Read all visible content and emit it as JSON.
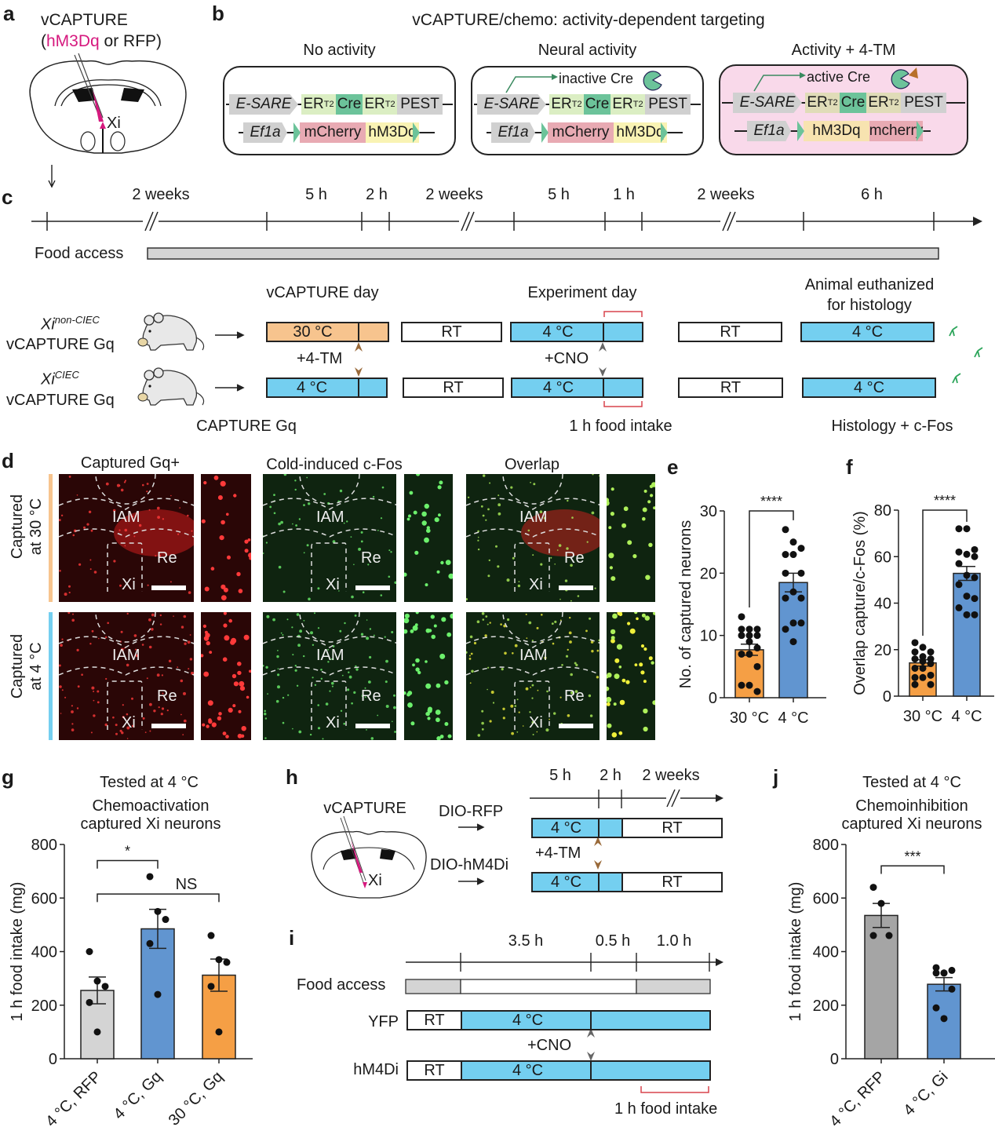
{
  "panel_labels": {
    "a": "a",
    "b": "b",
    "c": "c",
    "d": "d",
    "e": "e",
    "f": "f",
    "g": "g",
    "h": "h",
    "i": "i",
    "j": "j"
  },
  "panel_a": {
    "title": "vCAPTURE",
    "subtitle_open": "(",
    "subtitle_magenta": "hM3Dq",
    "subtitle_rest": " or RFP)",
    "region": "Xi",
    "magenta": "#d6197e"
  },
  "panel_b": {
    "title": "vCAPTURE/chemo: activity-dependent targeting",
    "boxes": [
      {
        "heading": "No activity",
        "annotation": "",
        "promoter1": "E-SARE",
        "er1": "ER",
        "sup1": "T2",
        "cre": "Cre",
        "er2": "ER",
        "sup2": "T2",
        "pest": "PEST",
        "promoter2": "Ef1a",
        "gene1": "mCherry",
        "gene2": "hM3Dq"
      },
      {
        "heading": "Neural activity",
        "annotation": "inactive Cre",
        "promoter1": "E-SARE",
        "er1": "ER",
        "sup1": "T2",
        "cre": "Cre",
        "er2": "ER",
        "sup2": "T2",
        "pest": "PEST",
        "promoter2": "Ef1a",
        "gene1": "mCherry",
        "gene2": "hM3Dq"
      },
      {
        "heading": "Activity + 4-TM",
        "annotation": "active Cre",
        "promoter1": "E-SARE",
        "er1": "ER",
        "sup1": "T2",
        "cre": "Cre",
        "er2": "ER",
        "sup2": "T2",
        "pest": "PEST",
        "promoter2": "Ef1a",
        "gene1": "hM3Dq",
        "gene2": "mcherry"
      }
    ],
    "colors": {
      "grey": "#d0d0d0",
      "er": "#dbeec3",
      "cre": "#6cc39a",
      "mcherry": "#e8aab3",
      "hm3dq": "#f9f3b4",
      "pink_bg": "#f9d9ea",
      "green": "#5dbb8a"
    }
  },
  "panel_c": {
    "timeline_labels": [
      "2 weeks",
      "5 h",
      "2 h",
      "2 weeks",
      "5 h",
      "1 h",
      "2 weeks",
      "6 h"
    ],
    "food_access": "Food access",
    "phase_titles": {
      "vcapture_day": "vCAPTURE day",
      "experiment_day": "Experiment day",
      "euthanized": "Animal euthanized\nfor histology"
    },
    "groups": [
      {
        "name_italic": "Xi",
        "name_sup": "non-CIEC",
        "name_line2": "vCAPTURE Gq",
        "boxes": [
          "30 °C",
          "RT",
          "4 °C",
          "RT",
          "4 °C"
        ]
      },
      {
        "name_italic": "Xi",
        "name_sup": "CIEC",
        "name_line2": "vCAPTURE Gq",
        "boxes": [
          "4 °C",
          "RT",
          "4 °C",
          "RT",
          "4 °C"
        ]
      }
    ],
    "drug1": "+4-TM",
    "drug2": "+CNO",
    "bottom_labels": [
      "CAPTURE Gq",
      "1 h food intake",
      "Histology + c-Fos"
    ]
  },
  "panel_d": {
    "column_titles": [
      "Captured Gq+",
      "Cold-induced c-Fos",
      "Overlap"
    ],
    "row_labels": [
      [
        "Captured",
        "at 30 °C"
      ],
      [
        "Captured",
        "at 4 °C"
      ]
    ],
    "regions": [
      "IAM",
      "Re",
      "Xi"
    ]
  },
  "chart_data": [
    {
      "id": "e",
      "type": "bar",
      "categories": [
        "30 °C",
        "4 °C"
      ],
      "values": [
        7.7,
        18.5
      ],
      "sem": [
        0.9,
        1.5
      ],
      "points": [
        [
          13,
          11,
          11,
          11,
          10,
          10,
          10,
          9,
          8,
          7,
          7,
          5,
          2,
          2,
          1
        ],
        [
          27,
          25,
          24,
          23,
          23,
          20,
          20,
          17,
          16,
          16,
          12,
          12,
          11,
          9
        ]
      ],
      "colors": [
        "#f59f45",
        "#6195d0"
      ],
      "ylabel": "No. of captured neurons",
      "ylim": [
        0,
        30
      ],
      "yticks": [
        0,
        10,
        20,
        30
      ],
      "significance": [
        {
          "pair": [
            0,
            1
          ],
          "label": "****"
        }
      ]
    },
    {
      "id": "f",
      "type": "bar",
      "categories": [
        "30 °C",
        "4 °C"
      ],
      "values": [
        14.3,
        52.8
      ],
      "sem": [
        1.4,
        3.0
      ],
      "points": [
        [
          23,
          21,
          19,
          19,
          17,
          16,
          16,
          15,
          14,
          12,
          12,
          9,
          8,
          8,
          5,
          5
        ],
        [
          72,
          72,
          63,
          62,
          61,
          60,
          57,
          52,
          51,
          48,
          43,
          42,
          38,
          35,
          35
        ]
      ],
      "colors": [
        "#f59f45",
        "#6195d0"
      ],
      "ylabel": "Overlap capture/c-Fos (%)",
      "ylim": [
        0,
        80
      ],
      "yticks": [
        0,
        20,
        40,
        60,
        80
      ],
      "significance": [
        {
          "pair": [
            0,
            1
          ],
          "label": "****"
        }
      ]
    },
    {
      "id": "g",
      "type": "bar",
      "title": "Tested at 4 °C",
      "subtitle": "Chemoactivation\ncaptured Xi neurons",
      "categories": [
        "4 °C, RFP",
        "4 °C, Gq",
        "30 °C, Gq"
      ],
      "values": [
        255,
        485,
        312
      ],
      "sem": [
        50,
        73,
        60
      ],
      "points": [
        [
          400,
          290,
          270,
          210,
          100
        ],
        [
          680,
          550,
          520,
          430,
          240
        ],
        [
          460,
          370,
          360,
          270,
          100
        ]
      ],
      "colors": [
        "#d4d4d4",
        "#6195d0",
        "#f59f45"
      ],
      "ylabel": "1 h food intake (mg)",
      "ylim": [
        0,
        800
      ],
      "yticks": [
        0,
        200,
        400,
        600,
        800
      ],
      "significance": [
        {
          "pair": [
            0,
            1
          ],
          "label": "*"
        },
        {
          "pair": [
            0,
            2
          ],
          "label": "NS"
        }
      ]
    },
    {
      "id": "j",
      "type": "bar",
      "title": "Tested at 4 °C",
      "subtitle": "Chemoinhibition\ncaptured Xi neurons",
      "categories": [
        "4 °C, RFP",
        "4 °C, Gi"
      ],
      "values": [
        535,
        278
      ],
      "sem": [
        45,
        25
      ],
      "points": [
        [
          640,
          580,
          460,
          460
        ],
        [
          340,
          320,
          330,
          320,
          320,
          260,
          190,
          150
        ]
      ],
      "colors": [
        "#a5a5a5",
        "#6195d0"
      ],
      "ylabel": "1 h food intake (mg)",
      "ylim": [
        0,
        800
      ],
      "yticks": [
        0,
        200,
        400,
        600,
        800
      ],
      "significance": [
        {
          "pair": [
            0,
            1
          ],
          "label": "***"
        }
      ]
    }
  ],
  "panel_h": {
    "vcapture": "vCAPTURE",
    "region": "Xi",
    "timeline_labels": [
      "5 h",
      "2 h",
      "2 weeks"
    ],
    "groups": [
      {
        "name": "DIO-RFP",
        "boxes": [
          "4 °C",
          "RT"
        ]
      },
      {
        "name": "DIO-hM4Di",
        "boxes": [
          "4 °C",
          "RT"
        ]
      }
    ],
    "drug": "+4-TM"
  },
  "panel_i": {
    "timeline_labels": [
      "3.5 h",
      "0.5 h",
      "1.0 h"
    ],
    "food_access": "Food access",
    "groups": [
      {
        "name": "YFP",
        "boxes": [
          "RT",
          "4 °C"
        ]
      },
      {
        "name": "hM4Di",
        "boxes": [
          "RT",
          "4 °C"
        ]
      }
    ],
    "drug": "+CNO",
    "bracket_label": "1 h food intake"
  }
}
